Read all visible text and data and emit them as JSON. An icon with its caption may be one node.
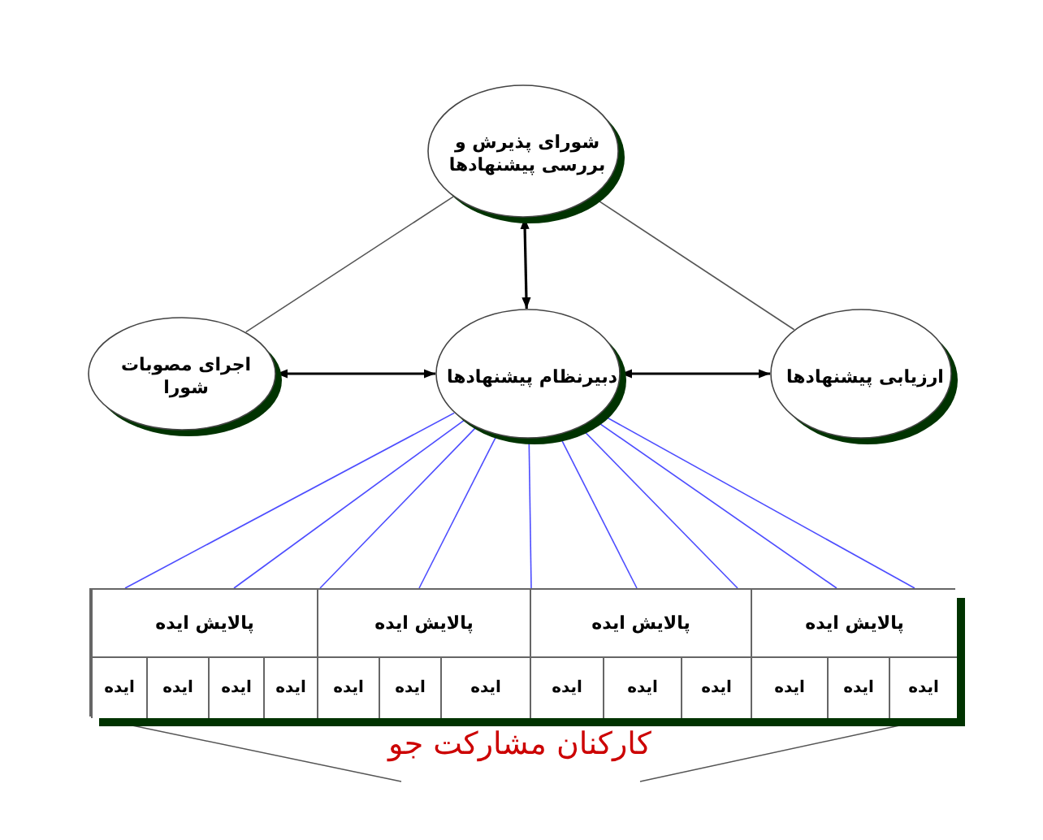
{
  "diagram": {
    "nodes": [
      {
        "text": [
          "شورای پذیرش و بررسی پیشنهادها"
        ]
      },
      {
        "text": [
          "اجرای مصوبات شورا"
        ]
      },
      {
        "text": [
          "دبیرنظام پیشنهادها"
        ]
      },
      {
        "text": [
          "ارزیابی پیشنهادها"
        ]
      },
      {
        "text": [],
        "shape": "box"
      },
      {
        "text": [
          "پالایش ایده"
        ],
        "in": 4
      },
      {
        "text": [
          "پالایش ایده"
        ],
        "in": 4
      },
      {
        "text": [
          "پالایش ایده"
        ],
        "in": 4
      },
      {
        "text": [
          "پالایش ایده"
        ],
        "in": 4
      },
      {
        "text": [
          "ایده"
        ],
        "in": 4
      },
      {
        "text": [
          "ایده"
        ],
        "in": 4
      },
      {
        "text": [
          "ایده"
        ],
        "in": 4
      },
      {
        "text": [
          "ایده"
        ],
        "in": 4
      },
      {
        "text": [
          "ایده"
        ],
        "in": 4
      },
      {
        "text": [
          "ایده"
        ],
        "in": 4
      },
      {
        "text": [
          "ایده"
        ],
        "in": 4
      },
      {
        "text": [
          "ایده"
        ],
        "in": 4
      },
      {
        "text": [
          "ایده"
        ],
        "in": 4
      },
      {
        "text": [
          "ایده"
        ],
        "in": 4
      },
      {
        "text": [
          "ایده"
        ],
        "in": 4
      },
      {
        "text": [
          "ایده"
        ],
        "in": 4
      },
      {
        "text": [
          "ایده"
        ],
        "in": 4
      }
    ],
    "edges": [
      {
        "from": 0,
        "to": 2,
        "arrow": "both",
        "color": "#000000"
      },
      {
        "from": 2,
        "to": 1,
        "arrow": "both",
        "color": "#000000"
      },
      {
        "from": 2,
        "to": 3,
        "arrow": "both",
        "color": "#000000"
      },
      {
        "from": 0,
        "to": 1,
        "arrow": "none",
        "color": "#555555"
      },
      {
        "from": 0,
        "to": 3,
        "arrow": "none",
        "color": "#555555"
      },
      {
        "from": 2,
        "to": 8,
        "arrow": "none",
        "color": "#4d4dff"
      },
      {
        "from": 2,
        "to": 8,
        "arrow": "none",
        "color": "#4d4dff"
      },
      {
        "from": 2,
        "to": 7,
        "arrow": "none",
        "color": "#4d4dff"
      },
      {
        "from": 2,
        "to": 7,
        "arrow": "none",
        "color": "#4d4dff"
      },
      {
        "from": 2,
        "to": 6,
        "arrow": "none",
        "color": "#4d4dff"
      },
      {
        "from": 2,
        "to": 6,
        "arrow": "none",
        "color": "#4d4dff"
      },
      {
        "from": 2,
        "to": 6,
        "arrow": "none",
        "color": "#4d4dff"
      },
      {
        "from": 2,
        "to": 5,
        "arrow": "none",
        "color": "#4d4dff"
      },
      {
        "from": 2,
        "to": 5,
        "arrow": "none",
        "color": "#4d4dff"
      }
    ],
    "labels": [
      "کارکنان مشارکت جو"
    ]
  }
}
